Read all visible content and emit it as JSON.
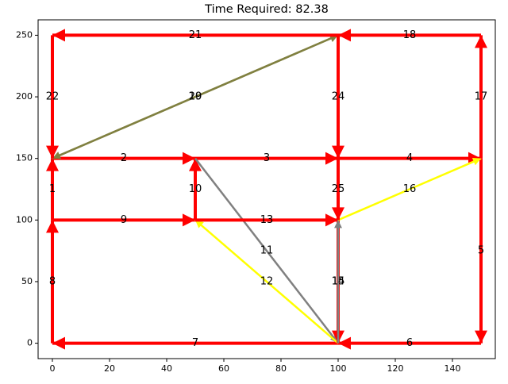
{
  "chart_data": {
    "type": "network",
    "title": "Time Required: 82.38",
    "xlabel": "",
    "ylabel": "",
    "xlim": [
      -5,
      155
    ],
    "ylim": [
      -12.5,
      262.5
    ],
    "x_ticks": [
      0,
      20,
      40,
      60,
      80,
      100,
      120,
      140
    ],
    "y_ticks": [
      0,
      50,
      100,
      150,
      200,
      250
    ],
    "grid": false,
    "colors": {
      "red": "#ff0000",
      "yellow": "#ffff00",
      "gray": "#808080",
      "olive": "#808040"
    },
    "edges": [
      {
        "label": "1",
        "from": [
          0,
          100
        ],
        "to": [
          0,
          150
        ],
        "color": "red"
      },
      {
        "label": "2",
        "from": [
          0,
          150
        ],
        "to": [
          50,
          150
        ],
        "color": "red"
      },
      {
        "label": "3",
        "from": [
          50,
          150
        ],
        "to": [
          100,
          150
        ],
        "color": "red"
      },
      {
        "label": "4",
        "from": [
          100,
          150
        ],
        "to": [
          150,
          150
        ],
        "color": "red"
      },
      {
        "label": "5",
        "from": [
          150,
          150
        ],
        "to": [
          150,
          0
        ],
        "color": "red"
      },
      {
        "label": "6",
        "from": [
          150,
          0
        ],
        "to": [
          100,
          0
        ],
        "color": "red"
      },
      {
        "label": "7",
        "from": [
          100,
          0
        ],
        "to": [
          0,
          0
        ],
        "color": "red"
      },
      {
        "label": "8",
        "from": [
          0,
          0
        ],
        "to": [
          0,
          100
        ],
        "color": "red"
      },
      {
        "label": "9",
        "from": [
          0,
          100
        ],
        "to": [
          50,
          100
        ],
        "color": "red"
      },
      {
        "label": "10",
        "from": [
          50,
          100
        ],
        "to": [
          50,
          150
        ],
        "color": "red"
      },
      {
        "label": "11",
        "from": [
          50,
          150
        ],
        "to": [
          100,
          0
        ],
        "color": "gray"
      },
      {
        "label": "12",
        "from": [
          100,
          0
        ],
        "to": [
          50,
          100
        ],
        "color": "yellow"
      },
      {
        "label": "13",
        "from": [
          50,
          100
        ],
        "to": [
          100,
          100
        ],
        "color": "red"
      },
      {
        "label": "14",
        "from": [
          100,
          100
        ],
        "to": [
          100,
          0
        ],
        "color": "red"
      },
      {
        "label": "15",
        "from": [
          100,
          0
        ],
        "to": [
          100,
          100
        ],
        "color": "gray"
      },
      {
        "label": "16",
        "from": [
          100,
          100
        ],
        "to": [
          150,
          150
        ],
        "color": "yellow"
      },
      {
        "label": "17",
        "from": [
          150,
          150
        ],
        "to": [
          150,
          250
        ],
        "color": "red"
      },
      {
        "label": "18",
        "from": [
          150,
          250
        ],
        "to": [
          100,
          250
        ],
        "color": "red"
      },
      {
        "label": "19",
        "from": [
          0,
          150
        ],
        "to": [
          100,
          250
        ],
        "color": "olive"
      },
      {
        "label": "20",
        "from": [
          100,
          250
        ],
        "to": [
          0,
          150
        ],
        "color": "olive"
      },
      {
        "label": "21",
        "from": [
          100,
          250
        ],
        "to": [
          0,
          250
        ],
        "color": "red"
      },
      {
        "label": "22",
        "from": [
          0,
          250
        ],
        "to": [
          0,
          150
        ],
        "color": "red"
      },
      {
        "label": "24",
        "from": [
          100,
          250
        ],
        "to": [
          100,
          150
        ],
        "color": "red"
      },
      {
        "label": "25",
        "from": [
          100,
          150
        ],
        "to": [
          100,
          100
        ],
        "color": "red"
      }
    ]
  }
}
